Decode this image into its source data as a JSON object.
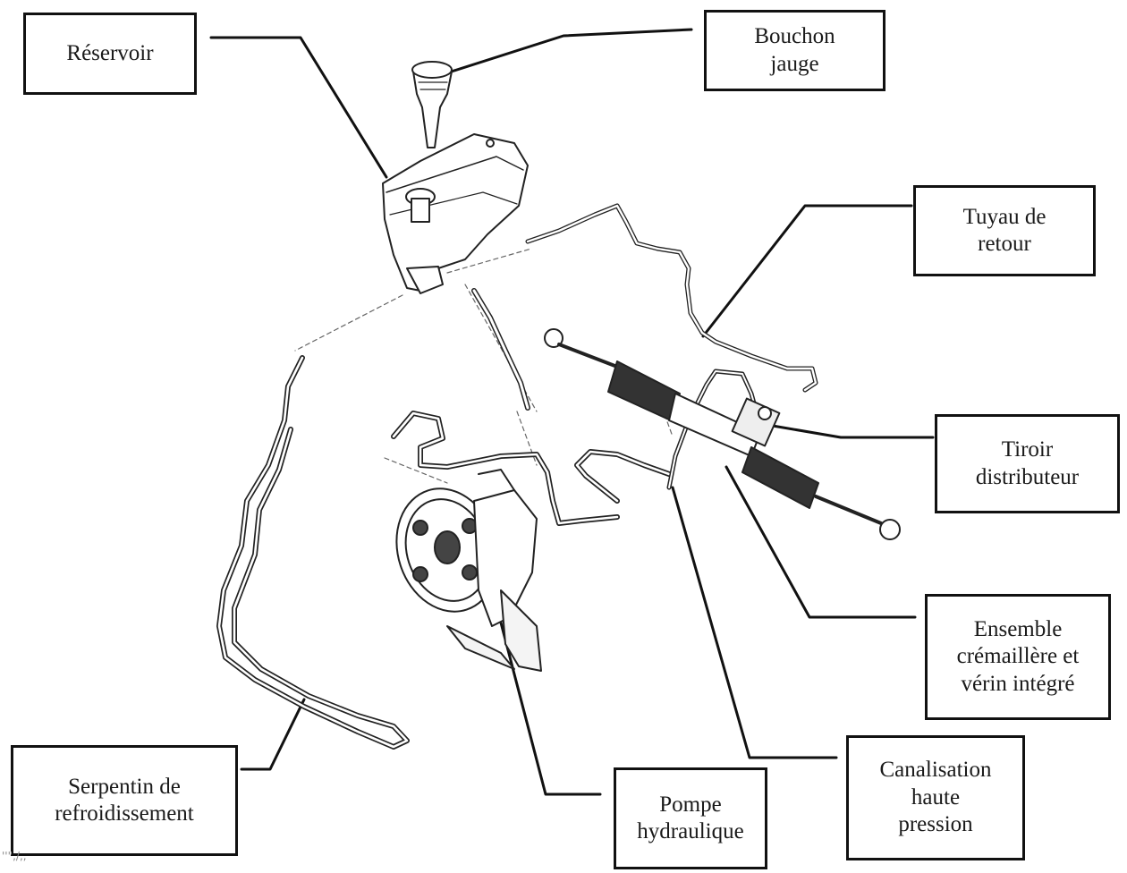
{
  "diagram": {
    "labels": {
      "reservoir": "Réservoir",
      "bouchon": "Bouchon\njauge",
      "tuyau": "Tuyau de\nretour",
      "tiroir": "Tiroir\ndistributeur",
      "ensemble": "Ensemble\ncrémaillère et\nvérin intégré",
      "canalisation": "Canalisation\nhaute\npression",
      "pompe": "Pompe\nhydraulique",
      "serpentin": "Serpentin de\nrefroidissement"
    },
    "corner_mark": "''\",/,,"
  }
}
